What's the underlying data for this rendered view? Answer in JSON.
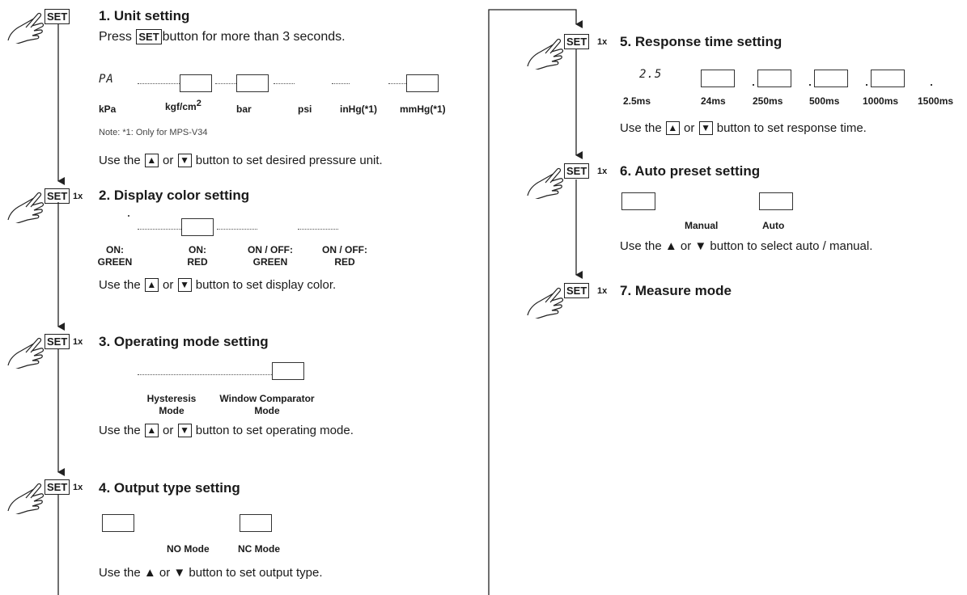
{
  "set_key": "SET",
  "repeat_mark": "1x",
  "arrow_up": "▲",
  "arrow_down": "▼",
  "steps": {
    "s1": {
      "title": "1. Unit setting",
      "press_pre": "Press",
      "press_post": "button for more than 3 seconds.",
      "display": "PA",
      "units": [
        "kPa",
        "kgf/cm",
        "bar",
        "psi",
        "inHg(*1)",
        "mmHg(*1)"
      ],
      "units_sup": "2",
      "note": "Note: *1: Only for MPS-V34",
      "inst_pre": "Use the",
      "inst_or": "or",
      "inst_post": "button to set desired pressure unit."
    },
    "s2": {
      "title": "2. Display color setting",
      "labels": [
        {
          "l1": "ON:",
          "l2": "GREEN"
        },
        {
          "l1": "ON:",
          "l2": "RED"
        },
        {
          "l1": "ON / OFF:",
          "l2": "GREEN"
        },
        {
          "l1": "ON / OFF:",
          "l2": "RED"
        }
      ],
      "inst_pre": "Use the",
      "inst_or": "or",
      "inst_post": "button to set display color."
    },
    "s3": {
      "title": "3. Operating mode setting",
      "labels": [
        {
          "l1": "Hysteresis",
          "l2": "Mode"
        },
        {
          "l1": "Window Comparator",
          "l2": "Mode"
        }
      ],
      "inst_pre": "Use the",
      "inst_or": "or",
      "inst_post": "button to set operating mode."
    },
    "s4": {
      "title": "4. Output type setting",
      "labels": [
        "NO Mode",
        "NC Mode"
      ],
      "inst": "Use the ▲ or ▼ button to set output type."
    },
    "s5": {
      "title": "5. Response time setting",
      "display": "2.5",
      "labels": [
        "2.5ms",
        "24ms",
        "250ms",
        "500ms",
        "1000ms",
        "1500ms"
      ],
      "inst_pre": "Use the",
      "inst_or": "or",
      "inst_post": "button to set response time."
    },
    "s6": {
      "title": "6. Auto preset setting",
      "labels": [
        "Manual",
        "Auto"
      ],
      "inst": "Use the ▲ or ▼ button to select auto / manual."
    },
    "s7": {
      "title": "7. Measure mode"
    }
  }
}
